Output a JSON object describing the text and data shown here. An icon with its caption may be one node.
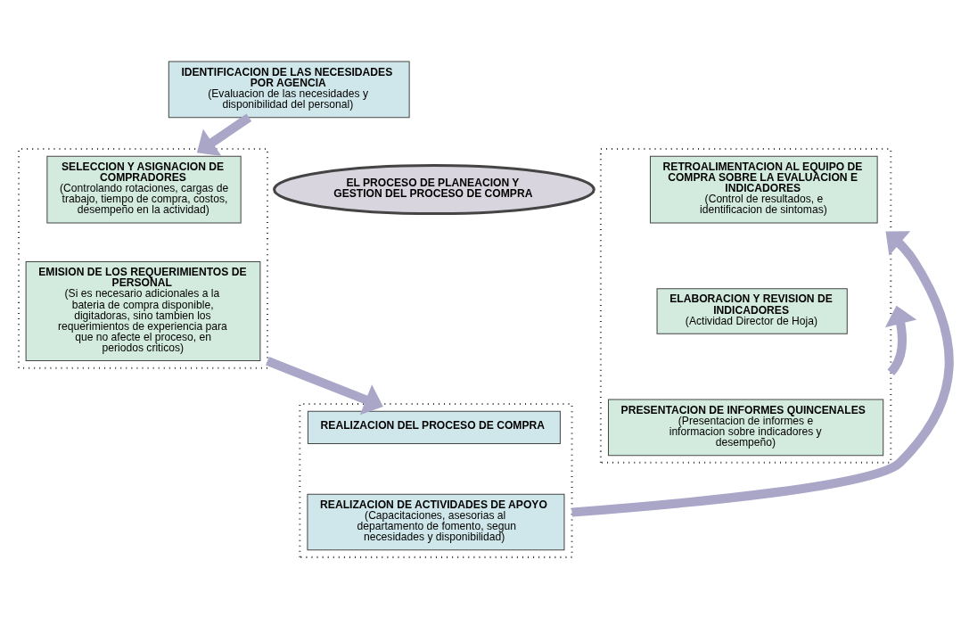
{
  "diagram": {
    "nodes": [
      {
        "text": [
          "IDENTIFICACION DE LAS NECESIDADES POR AGENCIA",
          "(Evaluacion de las necesidades y disponibilidad del personal)"
        ]
      },
      {
        "text": [],
        "shape": "box"
      },
      {
        "text": [
          "SELECCION Y ASIGNACION DE COMPRADORES",
          "(Controlando rotaciones, cargas de trabajo, tiempo de compra, costos, desempeño en la actividad)"
        ],
        "in": 1
      },
      {
        "text": [
          "EMISION DE LOS REQUERIMIENTOS DE PERSONAL",
          "(Si es necesario adicionales a la bateria de compra disponible, digitadoras, sino tambien los requerimientos de experiencia para que no afecte el proceso, en periodos criticos)"
        ],
        "in": 1
      },
      {
        "text": [],
        "shape": "box"
      },
      {
        "text": [
          "REALIZACION DEL PROCESO DE COMPRA"
        ],
        "in": 4
      },
      {
        "text": [
          "REALIZACION DE ACTIVIDADES DE APOYO",
          "(Capacitaciones, asesorias al departamento de fomento, segun necesidades y disponibilidad)"
        ],
        "in": 4
      },
      {
        "text": [],
        "shape": "box"
      },
      {
        "text": [
          "RETROALIMENTACION AL EQUIPO DE COMPRA SOBRE LA EVALUACION E INDICADORES",
          "(Control de resultados, e identificacion de sintomas)"
        ],
        "in": 7
      },
      {
        "text": [
          "ELABORACION Y REVISION DE INDICADORES",
          "(Actividad Director de Hoja)"
        ],
        "in": 7
      },
      {
        "text": [
          "PRESENTACION DE INFORMES QUINCENALES",
          "(Presentacion de informes e informacion sobre indicadores y desempeño)"
        ],
        "in": 7
      },
      {
        "text": [
          "EL PROCESO DE PLANEACION Y GESTION DEL PROCESO DE COMPRA"
        ]
      }
    ],
    "edges": [
      {
        "from": 0,
        "to": 1,
        "arrow": "to"
      },
      {
        "from": 1,
        "to": 4,
        "arrow": "to"
      },
      {
        "from": 4,
        "to": 7,
        "arrow": "to"
      },
      {
        "from": 7,
        "to": null,
        "arrow": "to"
      }
    ]
  }
}
